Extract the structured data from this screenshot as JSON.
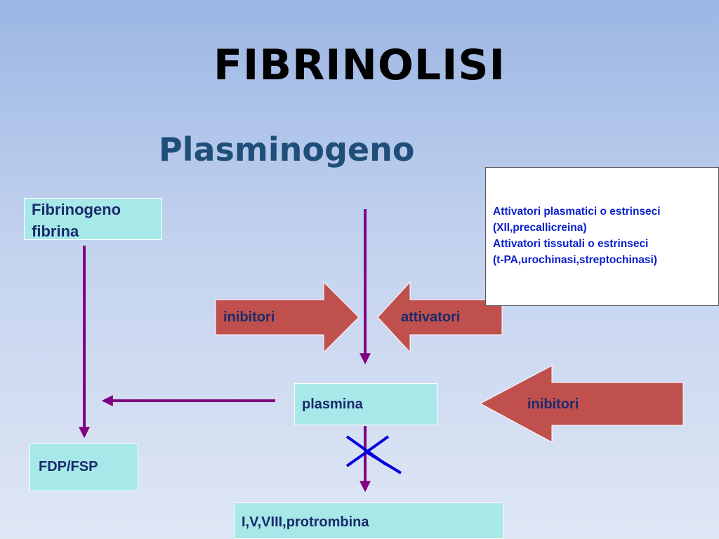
{
  "title": "FIBRINOLISI",
  "subtitle": "Plasminogeno",
  "nodes": {
    "fibrinogeno_line1": "Fibrinogeno",
    "fibrinogeno_line2": "fibrina",
    "plasmina": "plasmina",
    "fdp": "FDP/FSP",
    "factors": "I,V,VIII,protrombina"
  },
  "arrows": {
    "inibitori_left": "inibitori",
    "attivatori": "attivatori",
    "inibitori_right": "inibitori"
  },
  "activators_box": {
    "line1": "Attivatori plasmatici o estrinseci",
    "line2": "(XII,precallicreina)",
    "line3": "Attivatori tissutali o estrinseci",
    "line4": "(t-PA,urochinasi,streptochinasi)"
  },
  "colors": {
    "connector": "#800080",
    "block_arrow": "#c0504d",
    "node_fill": "#a7e8e8",
    "cross": "#0000dd"
  }
}
